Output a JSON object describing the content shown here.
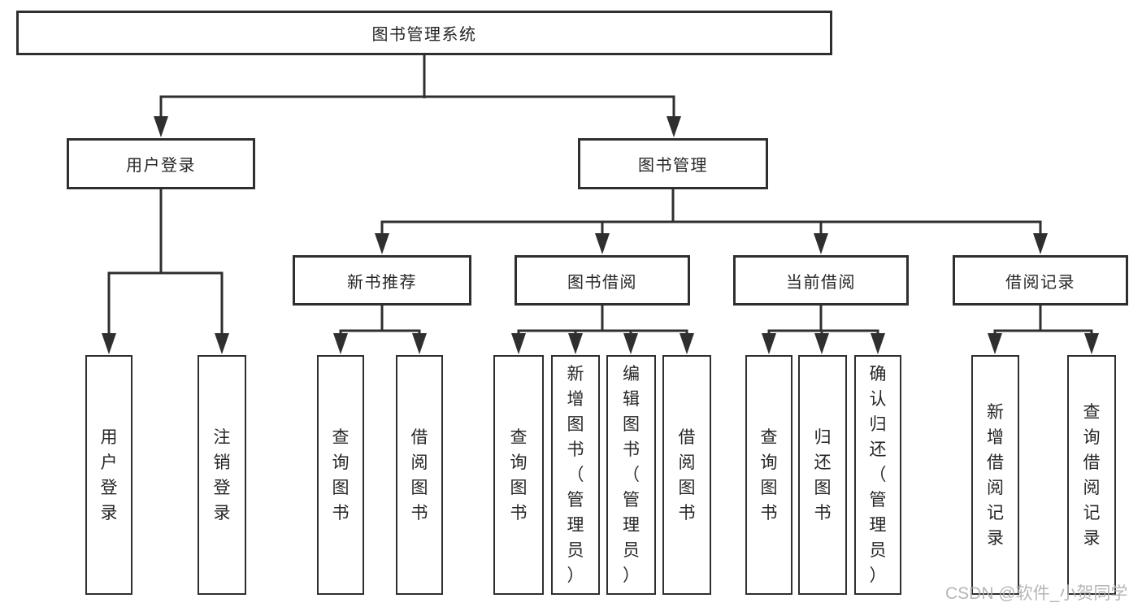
{
  "diagram": {
    "root": {
      "label": "图书管理系统"
    },
    "level2": [
      {
        "label": "用户登录",
        "children": [
          {
            "label": "用户登录"
          },
          {
            "label": "注销登录"
          }
        ]
      },
      {
        "label": "图书管理",
        "children": [
          {
            "label": "新书推荐",
            "children": [
              {
                "label": "查询图书"
              },
              {
                "label": "借阅图书"
              }
            ]
          },
          {
            "label": "图书借阅",
            "children": [
              {
                "label": "查询图书"
              },
              {
                "label": "新增图书（管理员）"
              },
              {
                "label": "编辑图书（管理员）"
              },
              {
                "label": "借阅图书"
              }
            ]
          },
          {
            "label": "当前借阅",
            "children": [
              {
                "label": "查询图书"
              },
              {
                "label": "归还图书"
              },
              {
                "label": "确认归还（管理员）"
              }
            ]
          },
          {
            "label": "借阅记录",
            "children": [
              {
                "label": "新增借阅记录"
              },
              {
                "label": "查询借阅记录"
              }
            ]
          }
        ]
      }
    ]
  },
  "watermark": {
    "text": "CSDN @软件_小贺同学"
  },
  "colors": {
    "line": "#2f2f2f",
    "text": "#262626",
    "background": "#ffffff",
    "watermark": "#b0b0b0"
  }
}
